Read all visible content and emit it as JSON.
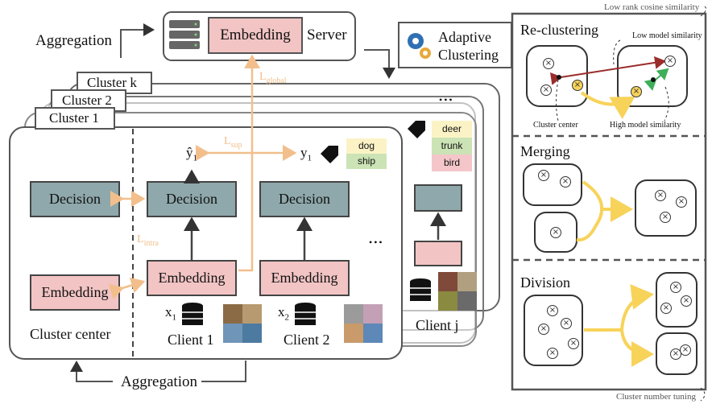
{
  "server": {
    "embedding": "Embedding",
    "label": "Server",
    "aggregation_top": "Aggregation"
  },
  "adaptive": {
    "line1": "Adaptive",
    "line2": "Clustering"
  },
  "losses": {
    "global": "L",
    "global_sub": "global",
    "sup": "L",
    "sup_sub": "sup",
    "intra": "L",
    "intra_sub": "intra"
  },
  "clusters": {
    "k": "Cluster k",
    "two": "Cluster 2",
    "one": "Cluster 1",
    "center": "Cluster center"
  },
  "blocks": {
    "decision": "Decision",
    "embedding": "Embedding"
  },
  "clients": {
    "c1": "Client 1",
    "c2": "Client 2",
    "cj": "Client j",
    "x1": "x",
    "x1_sub": "1",
    "x2": "x",
    "x2_sub": "2",
    "y1": "y",
    "y1_sub": "1",
    "yhat": "ŷ",
    "yhat_sub": "1"
  },
  "tags": {
    "dog": "dog",
    "ship": "ship",
    "deer": "deer",
    "trunk": "trunk",
    "bird": "bird"
  },
  "aggregation_bottom": "Aggregation",
  "dots": "•••",
  "right_panel": {
    "top_note": "Low rank cosine similarity",
    "bottom_note": "Cluster number tuning",
    "reclustering": "Re-clustering",
    "low_model_sim": "Low model similarity",
    "cluster_center": "Cluster center",
    "high_model_sim": "High model similarity",
    "merging": "Merging",
    "division": "Division"
  },
  "colors": {
    "pink": "#f2c4c4",
    "teal": "#8fa8ab",
    "orange": "#f4c89b",
    "yellow": "#f7d35a",
    "green_tag": "#cbe3b5",
    "yellow_tag": "#fbf3c6",
    "pink_tag": "#f4c6c9",
    "red_arrow": "#9b2c2c",
    "green_arrow": "#3fae5a"
  }
}
